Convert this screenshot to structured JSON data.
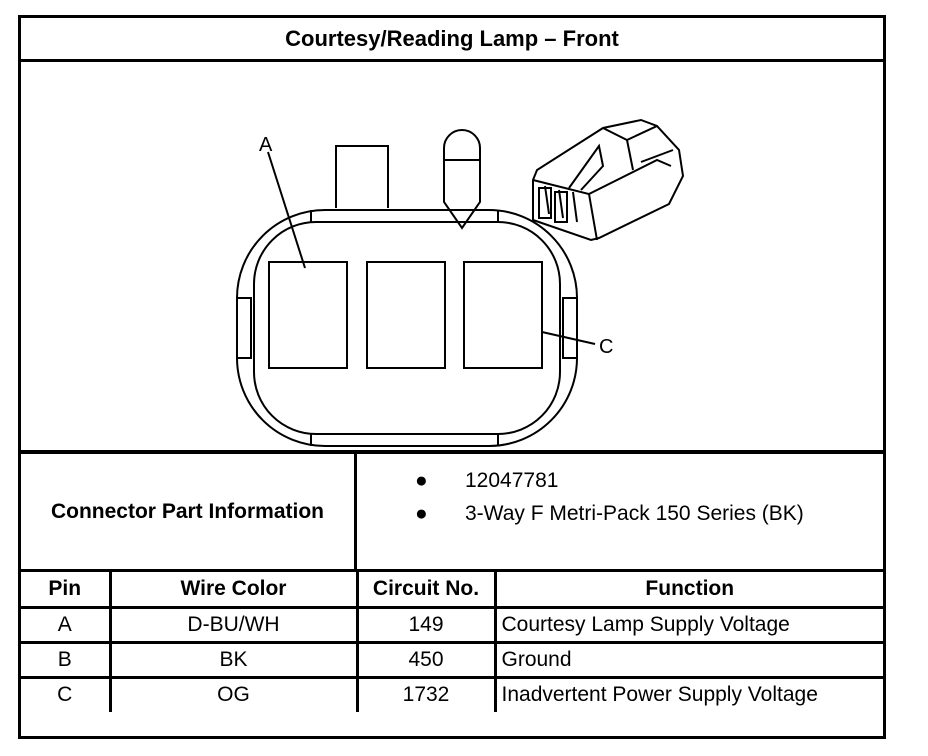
{
  "title": "Courtesy/Reading Lamp – Front",
  "figure": {
    "callouts": [
      "A",
      "C"
    ],
    "connector_icon": "3-way-connector-icon"
  },
  "connector_info": {
    "label": "Connector Part Information",
    "items": [
      "12047781",
      "3-Way F Metri-Pack 150 Series (BK)"
    ],
    "bullet": "●"
  },
  "table": {
    "headers": [
      "Pin",
      "Wire Color",
      "Circuit No.",
      "Function"
    ],
    "rows": [
      {
        "pin": "A",
        "wire": "D-BU/WH",
        "circuit": "149",
        "function": "Courtesy Lamp Supply Voltage"
      },
      {
        "pin": "B",
        "wire": "BK",
        "circuit": "450",
        "function": "Ground"
      },
      {
        "pin": "C",
        "wire": "OG",
        "circuit": "1732",
        "function": "Inadvertent Power Supply Voltage"
      }
    ]
  }
}
